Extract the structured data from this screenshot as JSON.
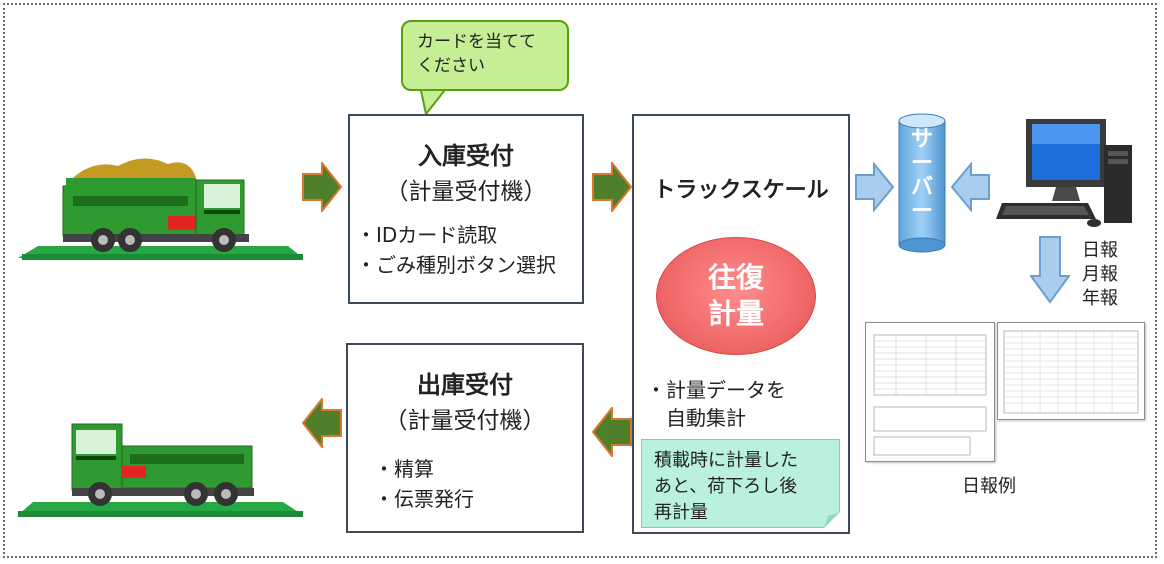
{
  "callout": {
    "line1": "カードを当てて",
    "line2": "ください"
  },
  "entry_box": {
    "title": "入庫受付",
    "subtitle": "（計量受付機）",
    "bullets": [
      "・IDカード読取",
      "・ごみ種別ボタン選択"
    ]
  },
  "exit_box": {
    "title": "出庫受付",
    "subtitle": "（計量受付機）",
    "bullets": [
      "・精算",
      "・伝票発行"
    ]
  },
  "scale_box": {
    "title": "トラックスケール",
    "oval_line1": "往復",
    "oval_line2": "計量",
    "bullet_line1": "・計量データを",
    "bullet_line2": "　自動集計",
    "note_line1": "積載時に計量した",
    "note_line2": "あと、荷下ろし後",
    "note_line3": "再計量"
  },
  "server": {
    "label_chars": [
      "サ",
      "ー",
      "バ",
      "ー"
    ]
  },
  "reports": {
    "lines": [
      "日報",
      "月報",
      "年報"
    ]
  },
  "report_example_label": "日報例",
  "colors": {
    "flow_arrow": "#4f7f2a",
    "flow_arrow_edge": "#d9782c",
    "blue_arrow": "#a9cdef",
    "box_border": "#3c4a5a",
    "oval": "#f06a6a",
    "note": "#b9f0de",
    "callout": "#c6ef95",
    "truck_cab": "#2f9a2f",
    "truck_load": "#c49a22"
  }
}
